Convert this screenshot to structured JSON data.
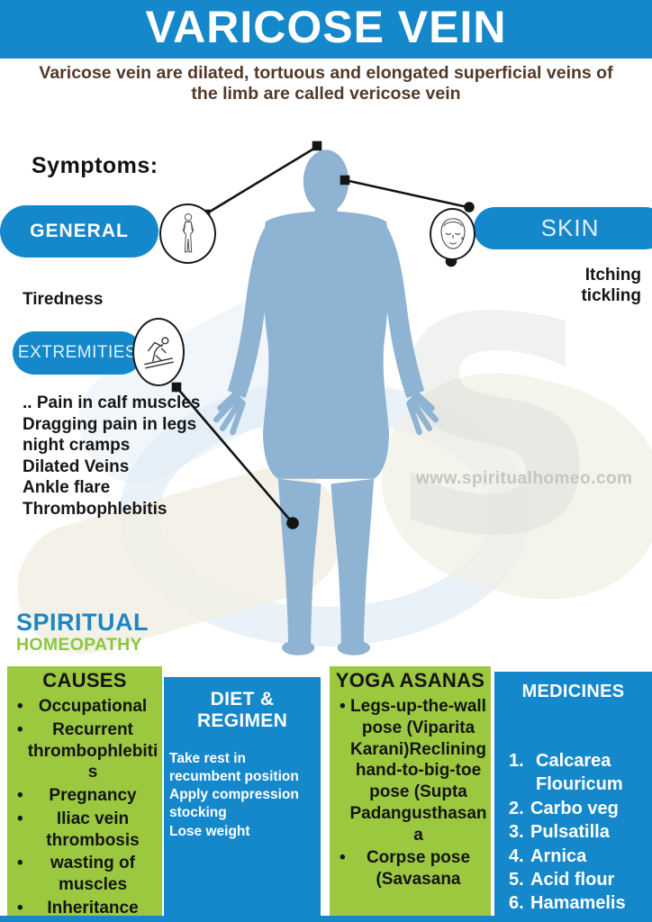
{
  "header": {
    "title": "VARICOSE VEIN"
  },
  "subtitle": "Varicose vein are dilated, tortuous and elongated superficial veins of the limb are called vericose vein",
  "symptoms": {
    "heading": "Symptoms:",
    "general": {
      "label": "GENERAL",
      "icon": "person-icon",
      "items": [
        "Tiredness"
      ]
    },
    "skin": {
      "label": "SKIN",
      "icon": "face-icon",
      "items": [
        "Itching",
        "tickling"
      ]
    },
    "extremities": {
      "label": "EXTREMITIES",
      "icon": "skier-icon",
      "items": [
        ".. Pain in calf muscles",
        "Dragging pain in legs",
        "night cramps",
        "Dilated Veins",
        "Ankle flare",
        "Thrombophlebitis"
      ]
    }
  },
  "watermark": "www.spiritualhomeo.com",
  "logo": {
    "line1": "SPIRITUAL",
    "line2": "HOMEOPATHY"
  },
  "sections": {
    "causes": {
      "title": "CAUSES",
      "items": [
        "Occupational",
        "Recurrent thrombophlebitis",
        "Pregnancy",
        "Iliac vein thrombosis",
        "wasting of muscles",
        "Inheritance"
      ]
    },
    "diet": {
      "title": "DIET & REGIMEN",
      "items": [
        "Take rest in  recumbent position",
        "Apply compression stocking",
        "Lose weight"
      ]
    },
    "yoga": {
      "title": "YOGA ASANAS",
      "items": [
        "Legs-up-the-wall pose (Viparita Karani)Reclining hand-to-big-toe pose (Supta Padangusthasana",
        "Corpse pose (Savasana"
      ]
    },
    "medicines": {
      "title": "MEDICINES",
      "items": [
        "Calcarea Flouricum",
        "Carbo veg",
        "Pulsatilla",
        "Arnica",
        "Acid flour",
        "Hamamelis"
      ]
    }
  },
  "colors": {
    "blue": "#1588cb",
    "green": "#9bc83e",
    "brown": "#53392a",
    "body_silhouette": "#8fb3d2",
    "watermark_gray": "#c6c6c0",
    "logo_blue": "#1e86c3",
    "logo_green": "#8dc63f"
  }
}
